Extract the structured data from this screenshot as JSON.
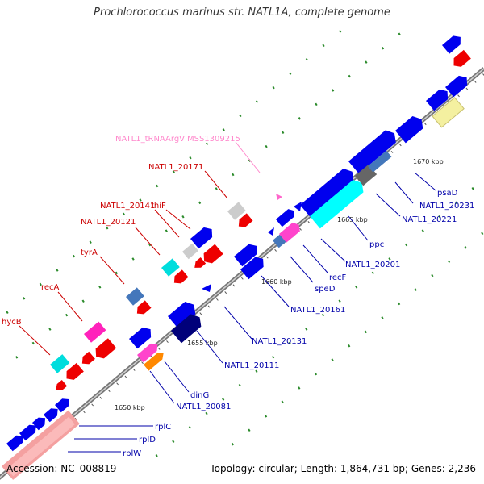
{
  "title": "Prochlorococcus marinus str. NATL1A, complete genome",
  "footer": {
    "accession": "Accession: NC_008819",
    "summary": "Topology: circular; Length: 1,864,731 bp; Genes: 2,236"
  },
  "colors": {
    "backbone": "#888888",
    "cds_forward": "#0000ee",
    "cds_reverse": "#ee0000",
    "trna": "#00cccc",
    "rrna": "#ff66cc",
    "label_red": "#cc0000",
    "label_blue": "#0000aa",
    "label_pink": "#ff88cc"
  },
  "kbp_ticks": [
    "1650 kbp",
    "1655 kbp",
    "1660 kbp",
    "1665 kbp",
    "1670 kbp"
  ],
  "gene_labels": {
    "trna": "NATL1_tRNAArgVIMSS1309215",
    "n20171": "NATL1_20171",
    "thiF": "thiF",
    "n20141": "NATL1_20141",
    "n20121": "NATL1_20121",
    "tyrA": "tyrA",
    "recA": "recA",
    "hycB": "hycB",
    "psaD": "psaD",
    "n20231": "NATL1_20231",
    "n20221": "NATL1_20221",
    "ppc": "ppc",
    "n20201": "NATL1_20201",
    "recF": "recF",
    "speD": "speD",
    "n20161": "NATL1_20161",
    "n20131": "NATL1_20131",
    "n20111": "NATL1_20111",
    "dinG": "dinG",
    "n20081": "NATL1_20081",
    "rplC": "rplC",
    "rplD": "rplD",
    "rplW": "rplW"
  }
}
